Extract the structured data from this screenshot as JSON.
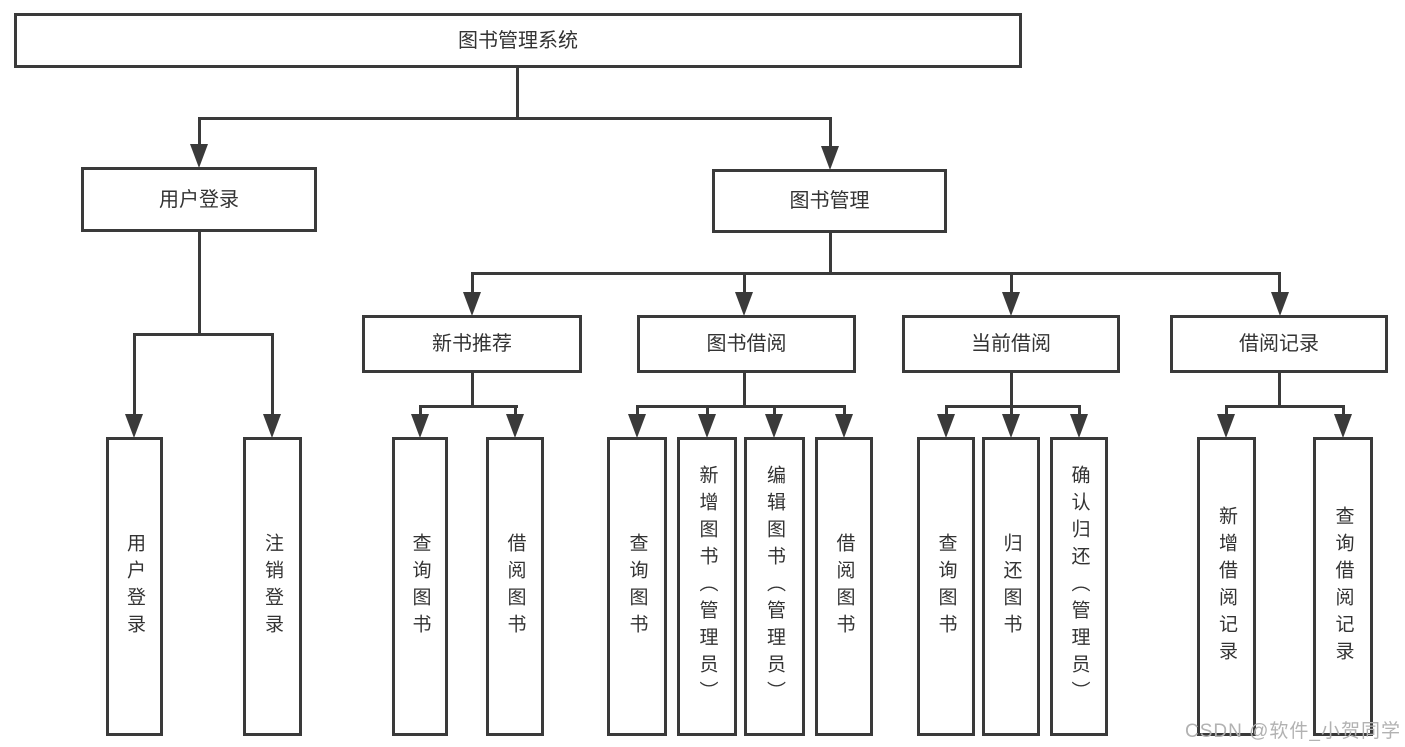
{
  "diagram": {
    "type": "hierarchy-tree",
    "title": "图书管理系统",
    "watermark": "CSDN @软件_小贺同学",
    "colors": {
      "line": "#3a3a3a",
      "box_border": "#3a3a3a",
      "text": "#333333",
      "background": "#ffffff",
      "watermark": "#b2b2b2"
    },
    "nodes": [
      {
        "id": "root",
        "label": "图书管理系统",
        "parent": null
      },
      {
        "id": "user_login_group",
        "label": "用户登录",
        "parent": "root"
      },
      {
        "id": "book_mgmt",
        "label": "图书管理",
        "parent": "root"
      },
      {
        "id": "user_login",
        "label": "用户登录",
        "parent": "user_login_group"
      },
      {
        "id": "logout",
        "label": "注销登录",
        "parent": "user_login_group"
      },
      {
        "id": "new_book_rec",
        "label": "新书推荐",
        "parent": "book_mgmt"
      },
      {
        "id": "book_borrow",
        "label": "图书借阅",
        "parent": "book_mgmt"
      },
      {
        "id": "current_borrow",
        "label": "当前借阅",
        "parent": "book_mgmt"
      },
      {
        "id": "borrow_records",
        "label": "借阅记录",
        "parent": "book_mgmt"
      },
      {
        "id": "nbr_query_books",
        "label": "查询图书",
        "parent": "new_book_rec"
      },
      {
        "id": "nbr_borrow_books",
        "label": "借阅图书",
        "parent": "new_book_rec"
      },
      {
        "id": "bb_query_books",
        "label": "查询图书",
        "parent": "book_borrow"
      },
      {
        "id": "bb_add_books",
        "label": "新增图书（管理员）",
        "parent": "book_borrow"
      },
      {
        "id": "bb_edit_books",
        "label": "编辑图书（管理员）",
        "parent": "book_borrow"
      },
      {
        "id": "bb_borrow_books",
        "label": "借阅图书",
        "parent": "book_borrow"
      },
      {
        "id": "cb_query_books",
        "label": "查询图书",
        "parent": "current_borrow"
      },
      {
        "id": "cb_return_books",
        "label": "归还图书",
        "parent": "current_borrow"
      },
      {
        "id": "cb_confirm_return",
        "label": "确认归还（管理员）",
        "parent": "current_borrow"
      },
      {
        "id": "br_add_record",
        "label": "新增借阅记录",
        "parent": "borrow_records"
      },
      {
        "id": "br_query_record",
        "label": "查询借阅记录",
        "parent": "borrow_records"
      }
    ]
  }
}
